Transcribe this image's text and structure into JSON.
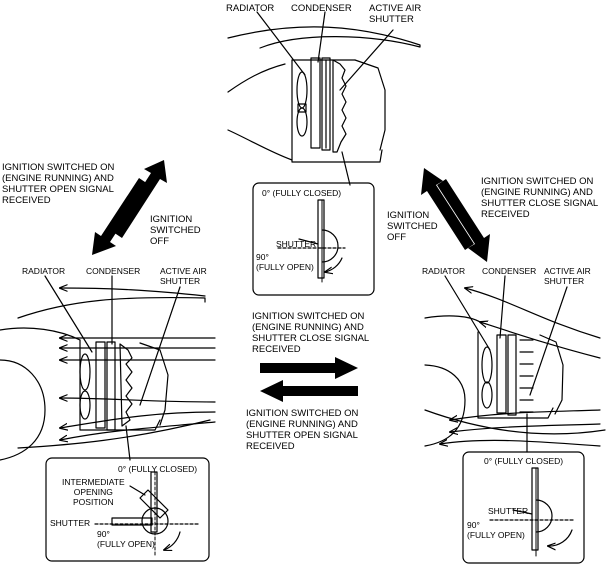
{
  "top": {
    "radiator": "RADIATOR",
    "condenser": "CONDENSER",
    "shutter": "ACTIVE AIR\nSHUTTER",
    "inset": {
      "closed": "0° (FULLY CLOSED)",
      "shutter": "SHUTTER",
      "open": "90°\n(FULLY OPEN)"
    }
  },
  "bottom_left": {
    "radiator": "RADIATOR",
    "condenser": "CONDENSER",
    "shutter": "ACTIVE AIR\nSHUTTER",
    "inset": {
      "closed": "0° (FULLY CLOSED)",
      "intermediate": "INTERMEDIATE\nOPENING\nPOSITION",
      "shutter": "SHUTTER",
      "open": "90°\n(FULLY OPEN)"
    }
  },
  "bottom_right": {
    "radiator": "RADIATOR",
    "condenser": "CONDENSER",
    "shutter": "ACTIVE AIR\nSHUTTER",
    "inset": {
      "closed": "0° (FULLY CLOSED)",
      "shutter": "SHUTTER",
      "open": "90°\n(FULLY OPEN)"
    }
  },
  "transitions": {
    "left_up": "IGNITION SWITCHED ON\n(ENGINE RUNNING) AND\nSHUTTER OPEN SIGNAL\nRECEIVED",
    "left_down": "IGNITION\nSWITCHED\nOFF",
    "right_up": "IGNITION SWITCHED ON\n(ENGINE RUNNING) AND\nSHUTTER CLOSE SIGNAL\nRECEIVED",
    "right_down": "IGNITION\nSWITCHED\nOFF",
    "middle_right": "IGNITION SWITCHED ON\n(ENGINE RUNNING) AND\nSHUTTER CLOSE SIGNAL\nRECEIVED",
    "middle_left": "IGNITION SWITCHED ON\n(ENGINE RUNNING) AND\nSHUTTER OPEN SIGNAL\nRECEIVED"
  }
}
